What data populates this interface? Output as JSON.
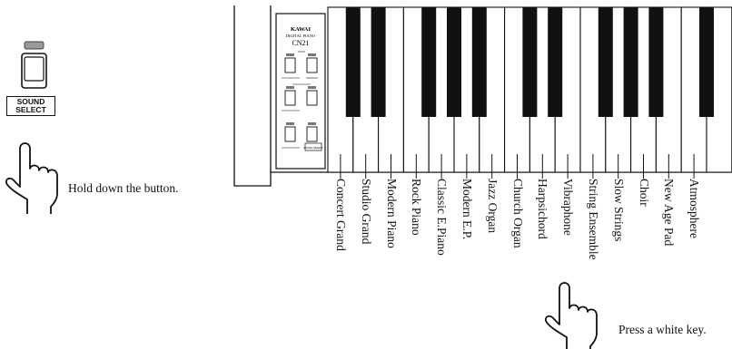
{
  "button_label": {
    "line1": "SOUND",
    "line2": "SELECT"
  },
  "instructions": {
    "hold": "Hold down the button.",
    "press": "Press a white key."
  },
  "panel": {
    "brand": "KAWAI",
    "subtitle": "DIGITAL PIANO",
    "model": "CN21",
    "sound_select_mini": "SOUND SELECT"
  },
  "sounds": [
    "Concert Grand",
    "Studio Grand",
    "Modern Piano",
    "Rock Piano",
    "Classic E.Piano",
    "Modern E.P.",
    "Jazz Organ",
    "Church Organ",
    "Harpsichord",
    "Vibraphone",
    "String Ensemble",
    "Slow Strings",
    "Choir",
    "New Age Pad",
    "Atmosphere"
  ]
}
